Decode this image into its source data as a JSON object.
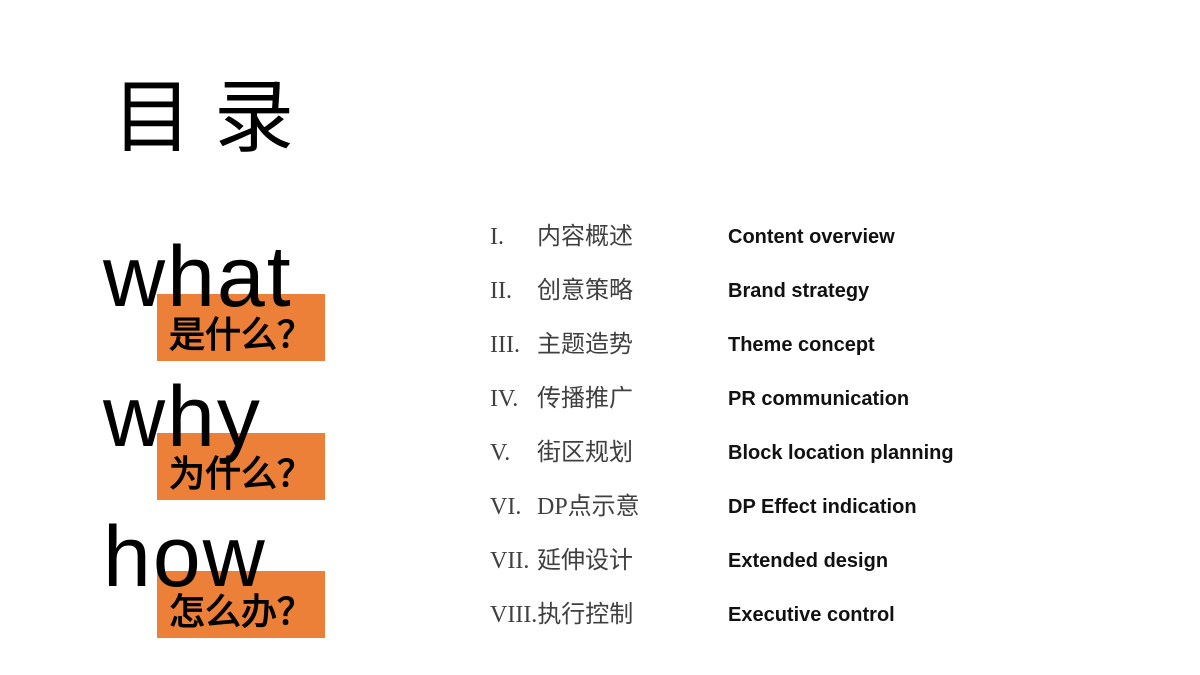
{
  "slide": {
    "title": "目录",
    "accent_color": "#EC8038",
    "text_color": "#000000",
    "toc_cn_color": "#404040",
    "toc_en_color": "#111111",
    "sections": [
      {
        "en": "what",
        "cn": "是什么？"
      },
      {
        "en": "why",
        "cn": "为什么？"
      },
      {
        "en": "how",
        "cn": "怎么办？"
      }
    ],
    "toc": [
      {
        "numeral": "I.",
        "cn": "内容概述",
        "en": "Content overview"
      },
      {
        "numeral": "II.",
        "cn": "创意策略",
        "en": "Brand strategy"
      },
      {
        "numeral": "III.",
        "cn": "主题造势",
        "en": "Theme concept"
      },
      {
        "numeral": "IV.",
        "cn": "传播推广",
        "en": "PR communication"
      },
      {
        "numeral": "V.",
        "cn": "街区规划",
        "en": "Block location planning"
      },
      {
        "numeral": "VI.",
        "cn": "DP点示意",
        "en": "DP Effect indication"
      },
      {
        "numeral": "VII.",
        "cn": "延伸设计",
        "en": "Extended design"
      },
      {
        "numeral": "VIII.",
        "cn": "执行控制",
        "en": "Executive control"
      }
    ]
  }
}
